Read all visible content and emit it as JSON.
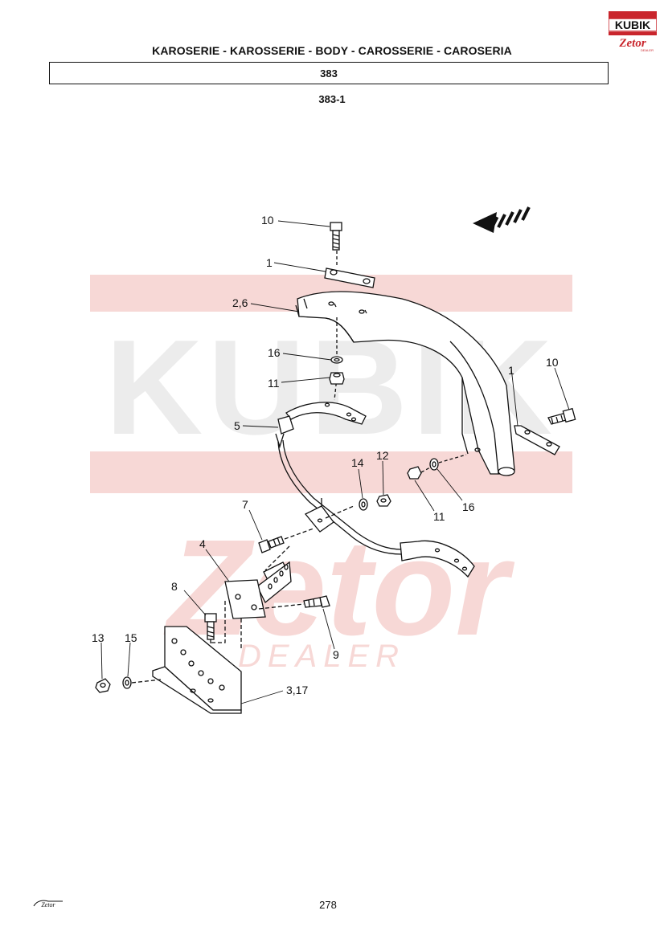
{
  "header": {
    "title": "KAROSERIE - KAROSSERIE - BODY - CAROSSERIE - CAROSERIA",
    "section": "383",
    "figure": "383-1"
  },
  "logo": {
    "top_text": "KUBIK",
    "brand_text": "Zetor",
    "sub_text": "DEALER"
  },
  "watermark": {
    "text": "KUBIK",
    "brand": "Zetor",
    "sub": "DEALER"
  },
  "callouts": {
    "c10a": "10",
    "c1a": "1",
    "c26": "2,6",
    "c16a": "16",
    "c11a": "11",
    "c5": "5",
    "c10b": "10",
    "c1b": "1",
    "c14": "14",
    "c12": "12",
    "c11b": "11",
    "c16b": "16",
    "c7": "7",
    "c4": "4",
    "c8": "8",
    "c9": "9",
    "c13": "13",
    "c15": "15",
    "c317": "3,17"
  },
  "footer": {
    "page": "278",
    "brand": "Zetor"
  },
  "colors": {
    "watermark_red": "#f7d8d6",
    "watermark_gray": "#ececec",
    "logo_red": "#c9252c",
    "line": "#111111"
  }
}
